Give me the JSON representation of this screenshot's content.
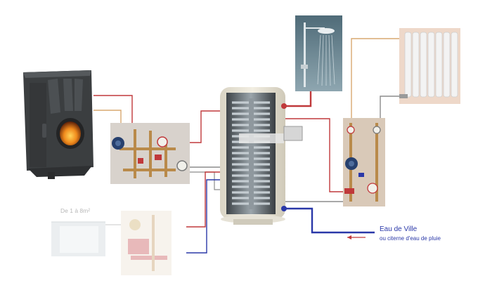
{
  "labels": {
    "water_inlet_title": "Eau de Ville",
    "water_inlet_subtitle": "ou citerne d'eau de pluie",
    "solar_area": "De 1 à 8m²"
  },
  "colors": {
    "hot_pipe": "#c0393b",
    "cold_pipe": "#2a38a8",
    "return_pipe": "#d8a870",
    "neutral_pipe": "#8c8c8c"
  },
  "components": {
    "stove": "wood-stove-icon",
    "stove_manifold": "pump-manifold-icon",
    "tank": "hot-water-tank-icon",
    "shower": "shower-icon",
    "radiator": "radiator-icon",
    "radiator_pump": "circulator-pump-icon",
    "solar_panel": "solar-panel-icon",
    "solar_station": "solar-pump-station-icon"
  }
}
